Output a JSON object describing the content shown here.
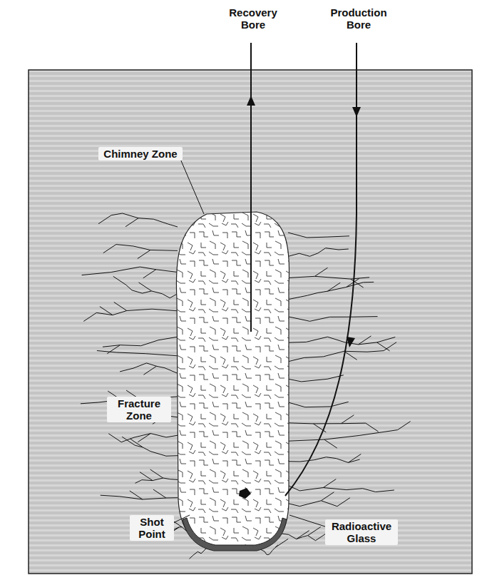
{
  "diagram": {
    "labels": [
      "Recovery Bore",
      "Production Bore",
      "Chimney Zone",
      "Fracture Zone",
      "Shot Point",
      "Radioactive Glass"
    ]
  }
}
